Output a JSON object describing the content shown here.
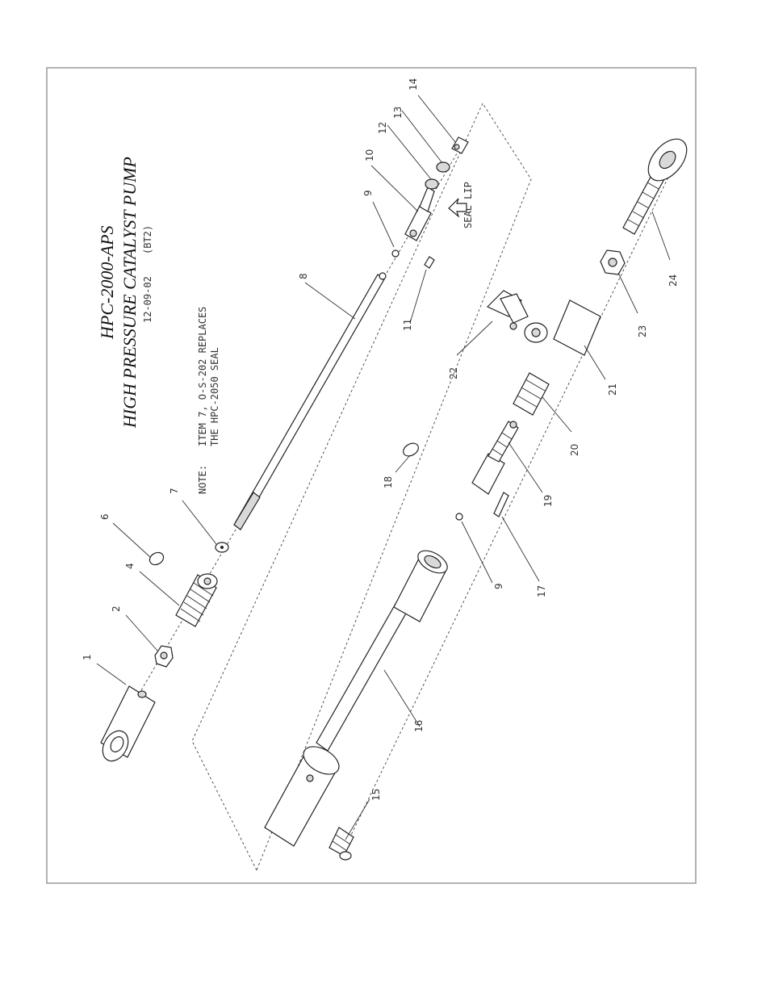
{
  "title_block": {
    "model": "HPC-2000-APS",
    "name": "HIGH PRESSURE CATALYST PUMP",
    "date": "12-09-02",
    "rev": "(BT2)"
  },
  "note": {
    "label": "NOTE:",
    "line1": "ITEM 7, O-S-202 REPLACES",
    "line2": "THE HPC-2050 SEAL"
  },
  "annotation": {
    "seal_lip": "SEAL LIP"
  },
  "callouts": [
    "1",
    "2",
    "4",
    "6",
    "7",
    "8",
    "9",
    "10",
    "11",
    "12",
    "13",
    "14",
    "15",
    "16",
    "9",
    "17",
    "18",
    "19",
    "20",
    "21",
    "22",
    "23",
    "24"
  ]
}
